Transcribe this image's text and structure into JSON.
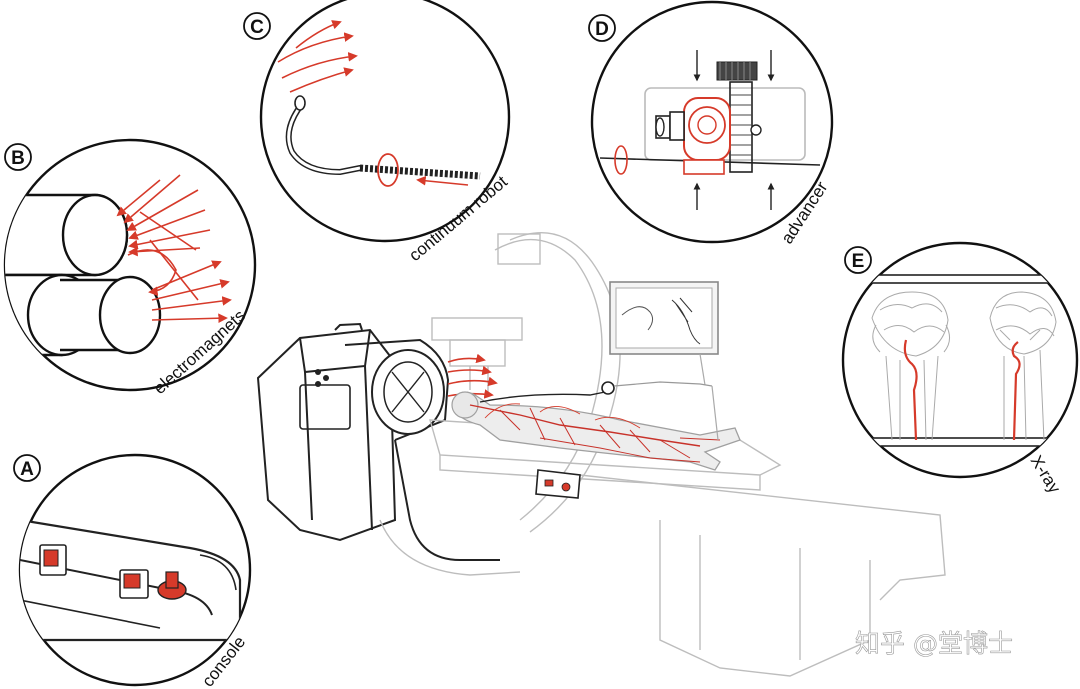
{
  "panels": [
    {
      "id": "A",
      "label": "console"
    },
    {
      "id": "B",
      "label": "electromagnets"
    },
    {
      "id": "C",
      "label": "continuum robot"
    },
    {
      "id": "D",
      "label": "advancer"
    },
    {
      "id": "E",
      "label": "X-ray"
    }
  ],
  "watermark": "知乎 @堂博士",
  "colors": {
    "accent": "#d63a2a",
    "outline": "#222222",
    "equipment": "#bdbdbd",
    "background": "#ffffff"
  }
}
